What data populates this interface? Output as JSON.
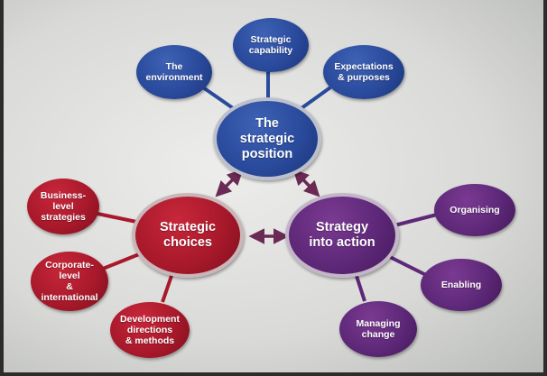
{
  "colors": {
    "position": "#2a4a9c",
    "choices": "#a8192b",
    "action": "#5e2878",
    "connector_blue": "#2a4a9c",
    "connector_red": "#a8192b",
    "connector_purple": "#5e2878"
  },
  "center_nodes": {
    "position": "The\nstrategic\nposition",
    "choices": "Strategic\nchoices",
    "action": "Strategy\ninto action"
  },
  "position_nodes": {
    "environment": "The\nenvironment",
    "capability": "Strategic\ncapability",
    "expectations": "Expectations\n& purposes"
  },
  "choices_nodes": {
    "business": "Business-\nlevel\nstrategies",
    "corporate": "Corporate-\nlevel\n&\ninternational",
    "development": "Development\ndirections\n& methods"
  },
  "action_nodes": {
    "organising": "Organising",
    "enabling": "Enabling",
    "managing": "Managing\nchange"
  }
}
